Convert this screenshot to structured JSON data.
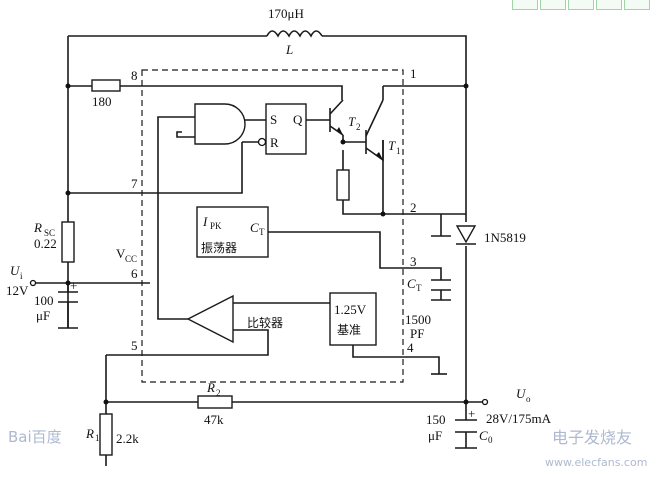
{
  "window": {
    "toolbar_buttons": [
      "bookmark-icon",
      "code-icon",
      "table-icon",
      "list-icon",
      "expand-icon"
    ]
  },
  "labels": {
    "inductor_value": "170μH",
    "inductor_name": "L",
    "r_top_value": "180",
    "rsc_name": "R",
    "rsc_sub": "SC",
    "rsc_value": "0.22",
    "vcc": "V",
    "vcc_sub": "CC",
    "ui_name": "U",
    "ui_sub": "i",
    "input_voltage": "12V",
    "cap_in_value": "100",
    "cap_in_unit": "μF",
    "ipk": "I",
    "ipk_sub": "PK",
    "ct_block": "C",
    "ct_block_sub": "T",
    "osc_label": "振荡器",
    "comparator_label": "比较器",
    "ref_value": "1.25V",
    "ref_label": "基准",
    "s_pin": "S",
    "r_pin": "R",
    "q_pin": "Q",
    "t2": "T",
    "t2_sub": "2",
    "t1": "T",
    "t1_sub": "1",
    "diode": "1N5819",
    "ct_ext": "C",
    "ct_ext_sub": "T",
    "ct_ext_value": "1500",
    "ct_ext_unit": "PF",
    "r2_name": "R",
    "r2_sub": "2",
    "r2_value": "47k",
    "r1_name": "R",
    "r1_sub": "1",
    "r1_value": "2.2k",
    "uo_name": "U",
    "uo_sub": "o",
    "output": "28V/175mA",
    "co_value": "150",
    "co_unit": "μF",
    "co_name": "C",
    "co_sub": "0",
    "plus": "+"
  },
  "pins": [
    "8",
    "1",
    "7",
    "6",
    "2",
    "3",
    "4",
    "5"
  ],
  "watermark_left": "Bai百度",
  "watermark_right": "电子发烧友",
  "watermark_url": "www.elecfans.com"
}
